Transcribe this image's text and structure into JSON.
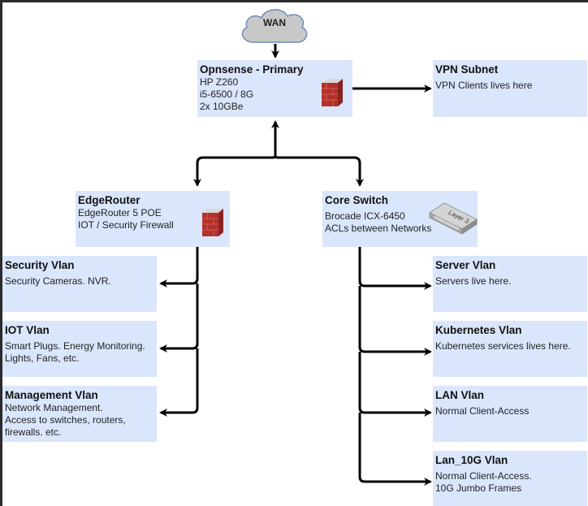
{
  "wan": {
    "label": "WAN"
  },
  "primary": {
    "title": "Opnsense - Primary",
    "lines": [
      "HP Z260",
      "i5-6500 / 8G",
      "2x 10GBe"
    ],
    "icon": "firewall-icon"
  },
  "vpn": {
    "title": "VPN Subnet",
    "lines": [
      "VPN Clients lives here"
    ]
  },
  "edgerouter": {
    "title": "EdgeRouter",
    "lines": [
      "EdgeRouter 5 POE",
      "IOT / Security Firewall"
    ],
    "icon": "firewall-icon"
  },
  "core_switch": {
    "title": "Core Switch",
    "lines": [
      "Brocade ICX-6450",
      "ACLs between Networks"
    ],
    "icon": "layer3-switch-icon",
    "icon_label": "Layer 3"
  },
  "left_vlans": [
    {
      "title": "Security Vlan",
      "lines": [
        "Security Cameras. NVR."
      ]
    },
    {
      "title": "IOT Vlan",
      "lines": [
        "Smart Plugs. Energy Monitoring.",
        "Lights, Fans, etc."
      ]
    },
    {
      "title": "Management Vlan",
      "lines": [
        "Network Management.",
        "Access to switches, routers,",
        "firewalls. etc."
      ]
    }
  ],
  "right_vlans": [
    {
      "title": "Server Vlan",
      "lines": [
        "Servers live here."
      ]
    },
    {
      "title": "Kubernetes Vlan",
      "lines": [
        "Kubernetes services lives here."
      ]
    },
    {
      "title": "LAN Vlan",
      "lines": [
        "Normal Client-Access"
      ]
    },
    {
      "title": "Lan_10G Vlan",
      "lines": [
        "Normal Client-Access.",
        "10G Jumbo Frames"
      ]
    }
  ],
  "colors": {
    "node_fill": "#dae6fc",
    "cloud_fill": "#c8c8c8",
    "cloud_stroke": "#6c8ebf",
    "firewall": "#b3312b",
    "wire": "#000000"
  }
}
